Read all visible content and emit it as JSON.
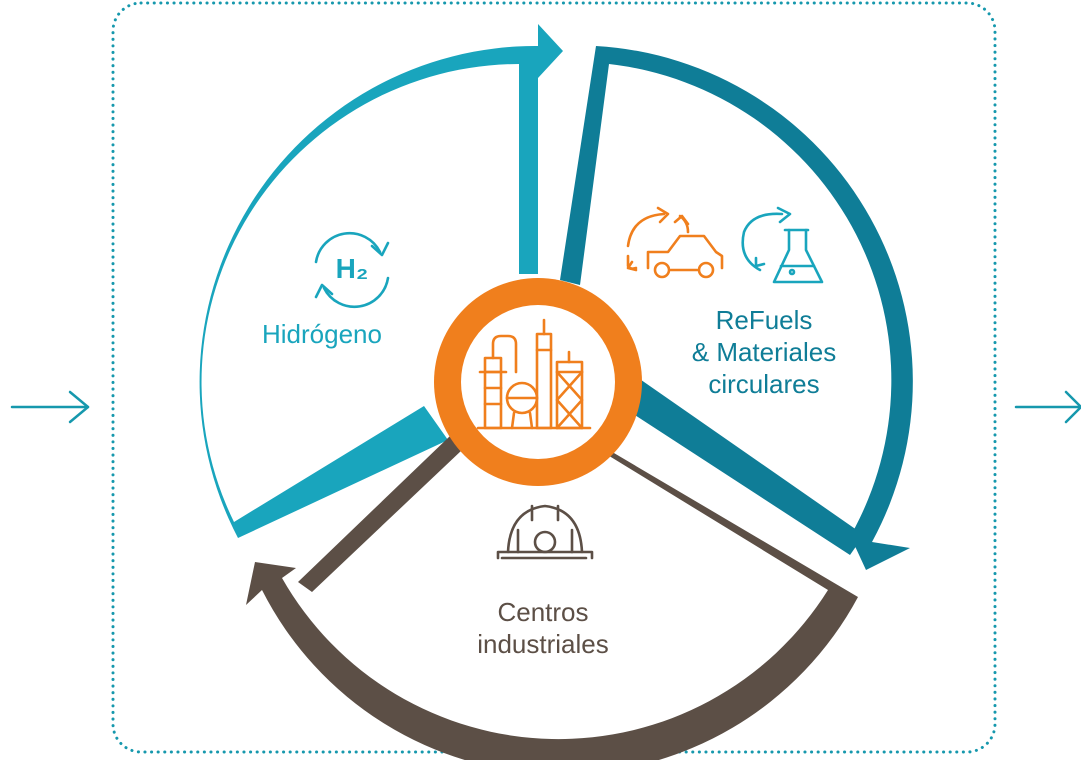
{
  "segments": {
    "hydrogen": {
      "label_lines": [
        "Hidrógeno"
      ],
      "icon": "h2-cycle-icon",
      "icon_text": "H₂",
      "color": "#19a5bd"
    },
    "refuels": {
      "label_lines": [
        "ReFuels",
        "& Materiales",
        "circulares"
      ],
      "icons": [
        "car-recycle-icon",
        "flask-recycle-icon"
      ],
      "color": "#0f7d97"
    },
    "industrial": {
      "label_lines": [
        "Centros",
        "industriales"
      ],
      "icon": "hard-hat-icon",
      "color": "#5c4f46"
    }
  },
  "hub": {
    "icon": "refinery-icon",
    "color": "#f07f1d"
  },
  "colors": {
    "frame": "#1698ad",
    "car_icon": "#f07f1d"
  }
}
